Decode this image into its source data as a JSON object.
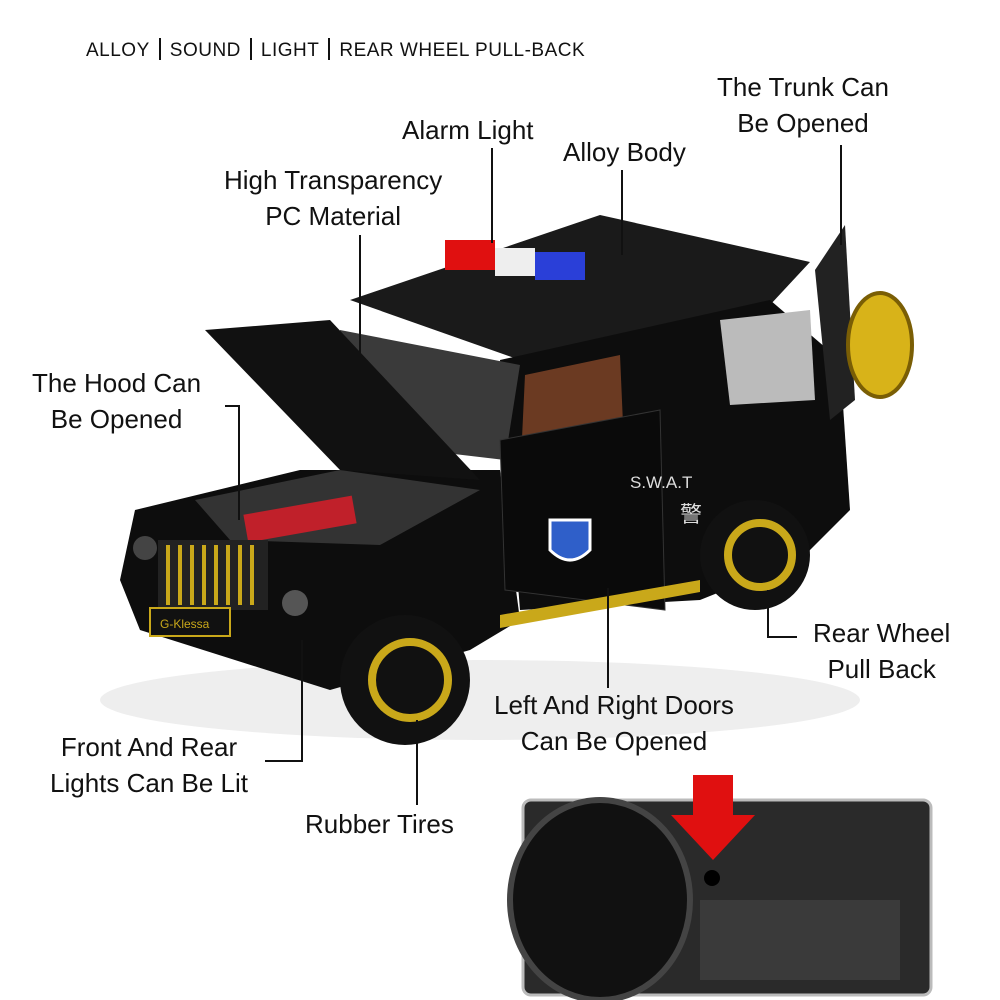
{
  "header": {
    "features": [
      "ALLOY",
      "SOUND",
      "LIGHT",
      "REAR WHEEL PULL-BACK"
    ]
  },
  "callouts": {
    "alarm_light": "Alarm Light",
    "alloy_body": "Alloy Body",
    "trunk": [
      "The Trunk Can",
      "Be Opened"
    ],
    "transparency": [
      "High Transparency",
      "PC Material"
    ],
    "hood": [
      "The Hood Can",
      "Be Opened"
    ],
    "rear_wheel": [
      "Rear Wheel",
      "Pull Back"
    ],
    "doors": [
      "Left And Right Doors",
      "Can Be Opened"
    ],
    "lights": [
      "Front And Rear",
      "Lights Can Be Lit"
    ],
    "tires": "Rubber Tires"
  },
  "car": {
    "plate": "G-Klessa",
    "door_text": "S.W.A.T",
    "door_char": "警"
  },
  "colors": {
    "body": "#0d0d0d",
    "gold": "#c9a81a",
    "red": "#e01010",
    "blue": "#2a3fd8"
  }
}
